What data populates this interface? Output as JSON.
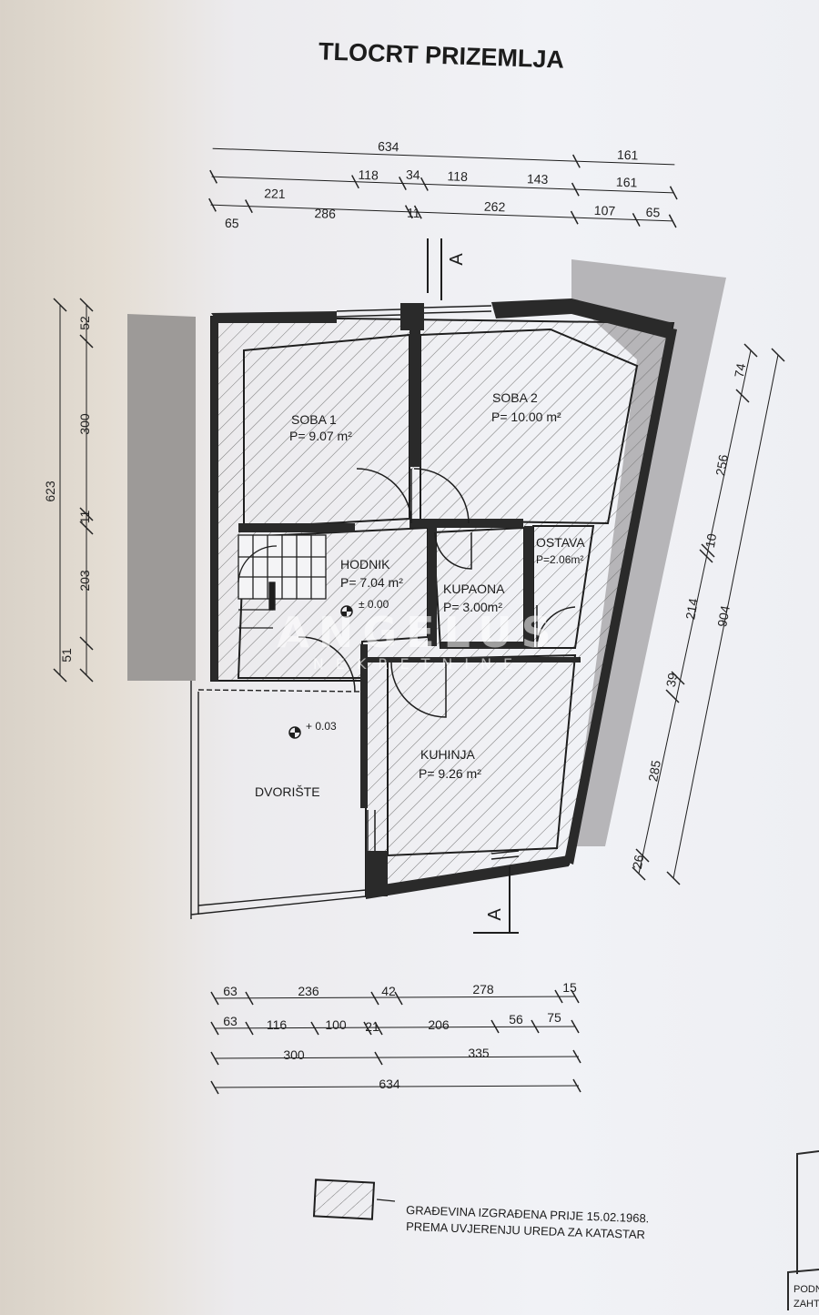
{
  "title": "TLOCRT PRIZEMLJA",
  "rooms": {
    "soba1": {
      "name": "SOBA 1",
      "area": "P= 9.07 m²"
    },
    "soba2": {
      "name": "SOBA 2",
      "area": "P= 10.00 m²"
    },
    "hodnik": {
      "name": "HODNIK",
      "area": "P= 7.04 m²"
    },
    "kupaona": {
      "name": "KUPAONA",
      "area": "P= 3.00m²"
    },
    "ostava": {
      "name": "OSTAVA",
      "area": "P=2.06m²"
    },
    "kuhinja": {
      "name": "KUHINJA",
      "area": "P= 9.26 m²"
    },
    "dvoriste": {
      "name": "DVORIŠTE"
    }
  },
  "levels": {
    "hodnik": "± 0.00",
    "dvoriste": "+ 0.03"
  },
  "section_marks": {
    "top": "A",
    "bottom": "A"
  },
  "dims": {
    "top_row1": [
      "634",
      "161"
    ],
    "top_row2": [
      "221",
      "118",
      "34",
      "118",
      "143",
      "161"
    ],
    "top_row3": [
      "65",
      "286",
      "11",
      "262",
      "107",
      "65"
    ],
    "left_total": "623",
    "left_parts": [
      "52",
      "300",
      "11",
      "203",
      "51"
    ],
    "right_total": "904",
    "right_parts": [
      "74",
      "256",
      "10",
      "214",
      "39",
      "285",
      "26"
    ],
    "bottom_row1": [
      "63",
      "236",
      "42",
      "278",
      "15"
    ],
    "bottom_row2": [
      "63",
      "116",
      "100",
      "21",
      "206",
      "56",
      "75"
    ],
    "bottom_row3": [
      "300",
      "335"
    ],
    "bottom_row4": [
      "634"
    ]
  },
  "legend": {
    "line1": "GRAĐEVINA IZGRAĐENA PRIJE 15.02.1968.",
    "line2": "PREMA UVJERENJU UREDA ZA KATASTAR"
  },
  "watermark": {
    "main": "ANGELUS",
    "sub": "NEKRETNINE"
  },
  "corner_text": {
    "top": "PODN",
    "bottom": "ZAHT."
  }
}
